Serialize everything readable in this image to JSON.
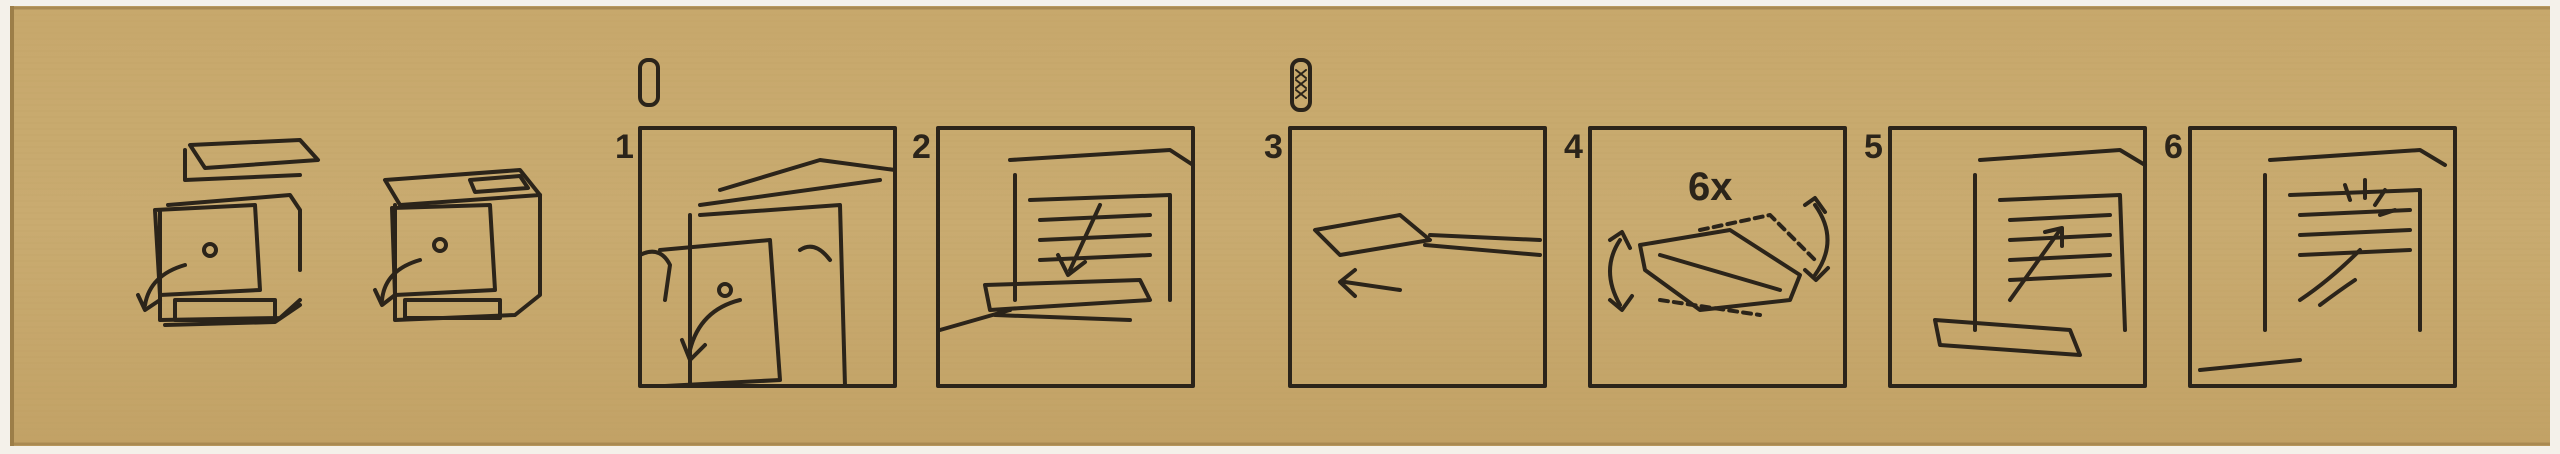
{
  "steps": [
    {
      "number": "1",
      "label": ""
    },
    {
      "number": "2",
      "label": ""
    },
    {
      "number": "3",
      "label": ""
    },
    {
      "number": "4",
      "label": "6x"
    },
    {
      "number": "5",
      "label": ""
    },
    {
      "number": "6",
      "label": ""
    }
  ],
  "colors": {
    "cardboard": "#c8aa6e",
    "cardboard_dark": "#b99a5e",
    "ink": "#2b241a"
  },
  "icons": [
    "printer-mfp-icon",
    "printer-icon",
    "toner-cartridge-icon",
    "hand-icon",
    "arrow-icon",
    "rotate-arrow-icon"
  ]
}
